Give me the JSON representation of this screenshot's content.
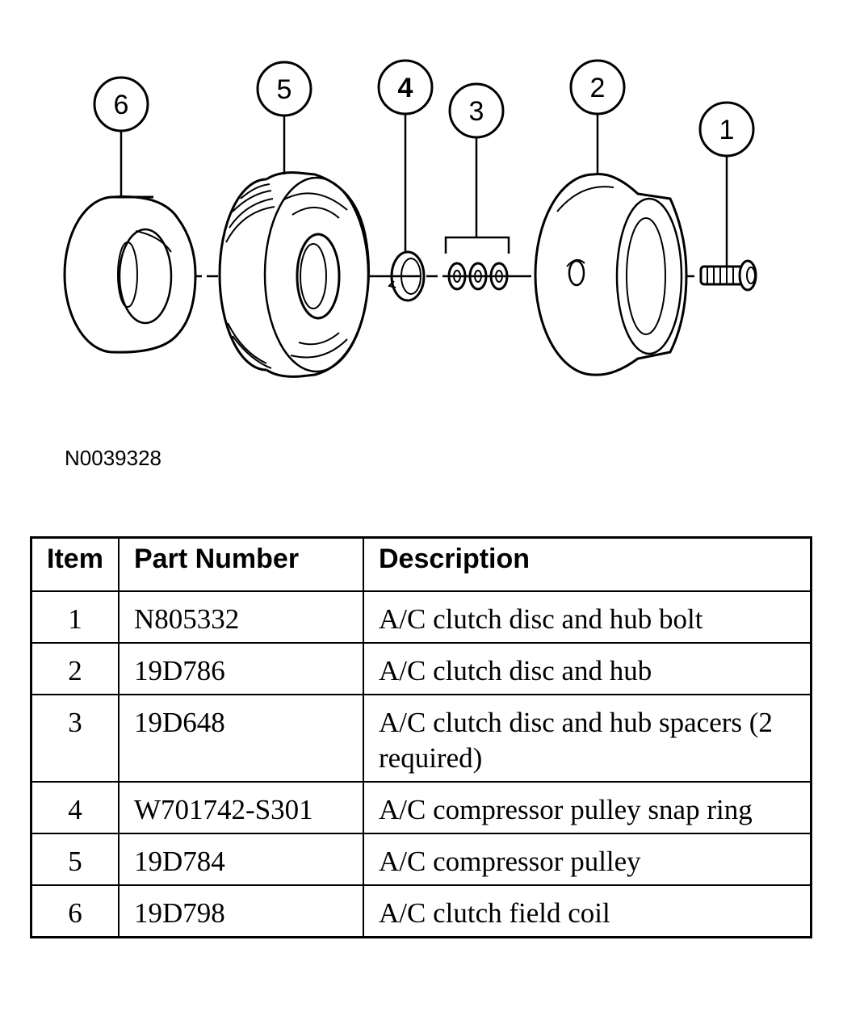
{
  "figure": {
    "id": "N0039328",
    "callouts": [
      "1",
      "2",
      "3",
      "4",
      "5",
      "6"
    ]
  },
  "table": {
    "headers": {
      "item": "Item",
      "part_number": "Part Number",
      "description": "Description"
    },
    "rows": [
      {
        "item": "1",
        "part_number": "N805332",
        "description": "A/C clutch disc and hub bolt"
      },
      {
        "item": "2",
        "part_number": "19D786",
        "description": "A/C clutch disc and hub"
      },
      {
        "item": "3",
        "part_number": "19D648",
        "description": "A/C clutch disc and hub spacers (2 required)"
      },
      {
        "item": "4",
        "part_number": "W701742-S301",
        "description": "A/C compressor pulley snap ring"
      },
      {
        "item": "5",
        "part_number": "19D784",
        "description": "A/C compressor pulley"
      },
      {
        "item": "6",
        "part_number": "19D798",
        "description": "A/C clutch field coil"
      }
    ]
  }
}
